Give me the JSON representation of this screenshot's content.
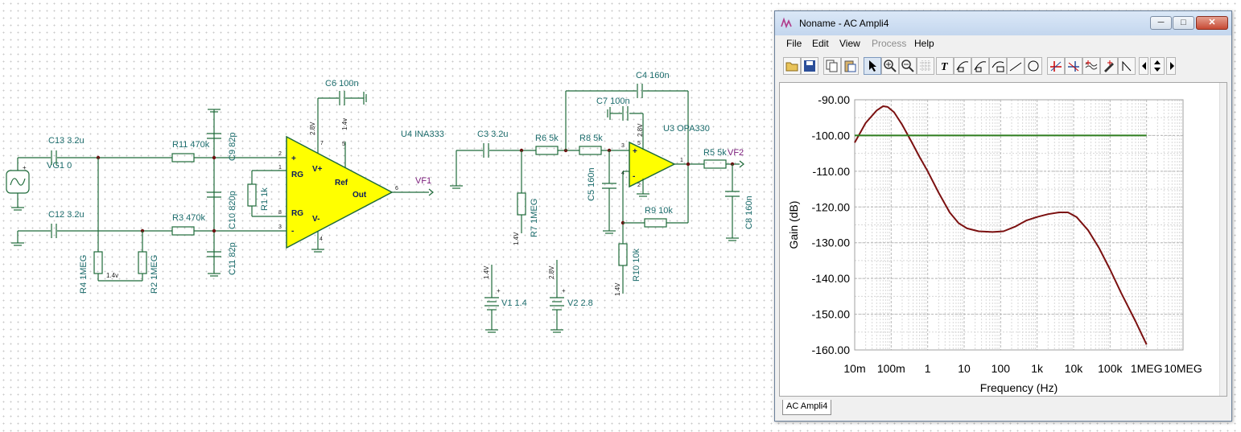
{
  "schematic": {
    "labels": {
      "c13": "C13 3.2u",
      "vg1": "VG1 0",
      "c12": "C12 3.2u",
      "r11": "R11 470k",
      "r3": "R3 470k",
      "c9": "C9 82p",
      "c10": "C10 820p",
      "c11": "C11 82p",
      "r1": "R1 1k",
      "r4": "R4 1MEG",
      "r2": "R2 1MEG",
      "v14a": "1.4v",
      "c6": "C6 100n",
      "u4": "U4 INA333",
      "vf1": "VF1",
      "c3": "C3 3.2u",
      "r6": "R6 5k",
      "r8": "R8 5k",
      "r7": "R7 1MEG",
      "v14b": "1.4V",
      "c5": "C5 160n",
      "c4": "C4 160n",
      "c7": "C7 100n",
      "u3": "U3 OPA330",
      "r9": "R9 10k",
      "r10": "R10 10k",
      "v14c": "1.4V",
      "r5": "R5 5k",
      "vf2": "VF2",
      "c8": "C8 160n",
      "v1": "V1 1.4",
      "v2": "V2 2.8",
      "v1top": "1.4V",
      "v2top": "2.8V",
      "v28a": "2.8V",
      "v14d": "1.4v",
      "v28b": "2.8V"
    },
    "ina": {
      "rg_top": "RG",
      "rg_bot": "RG",
      "vplus": "V+",
      "vminus": "V-",
      "ref": "Ref",
      "out": "Out",
      "plus": "+",
      "minus": "-",
      "pin2": "2",
      "pin1": "1",
      "pin8": "8",
      "pin3": "3",
      "pin7": "7",
      "pin5": "5",
      "pin6": "6",
      "pin4": "4"
    },
    "opa": {
      "plus": "+",
      "minus": "-",
      "pin3": "3",
      "pin4": "4",
      "pin5": "5",
      "pin2": "2",
      "pin1": "1"
    },
    "colors": {
      "wire": "#1f6b3a",
      "amp_fill": "#ffff00",
      "probe": "#7a1a7a",
      "label": "#1a6b6b"
    }
  },
  "window": {
    "title": "Noname - AC Ampli4",
    "buttons": {
      "minimize": "─",
      "maximize": "□",
      "close": "✕"
    },
    "menu": [
      "File",
      "Edit",
      "View",
      "Process",
      "Help"
    ],
    "menu_disabled": [
      "Process"
    ],
    "toolbar_icons": [
      "open-icon",
      "save-icon",
      "copy-icon",
      "paste-icon",
      "pointer-icon",
      "zoom-in-icon",
      "zoom-out-icon",
      "grid-icon",
      "text-icon",
      "curve-label-icon",
      "curve-label2-icon",
      "curve-label3-icon",
      "line-icon",
      "circle-icon",
      "cursor-a-icon",
      "cursor-b-icon",
      "wave-icon",
      "pen-icon",
      "arrow-icon",
      "prev-icon",
      "updown-icon",
      "next-icon"
    ],
    "tab": "AC Ampli4"
  },
  "chart_data": {
    "type": "line",
    "xlabel": "Frequency (Hz)",
    "ylabel": "Gain (dB)",
    "xscale": "log",
    "xlim": [
      0.01,
      10000000
    ],
    "ylim": [
      -160,
      -90
    ],
    "xtick_labels": [
      "10m",
      "100m",
      "1",
      "10",
      "100",
      "1k",
      "10k",
      "100k",
      "1MEG",
      "10MEG"
    ],
    "xtick_values": [
      0.01,
      0.1,
      1,
      10,
      100,
      1000,
      10000,
      100000,
      1000000,
      10000000
    ],
    "ytick_labels": [
      "-90.00",
      "-100.00",
      "-110.00",
      "-120.00",
      "-130.00",
      "-140.00",
      "-150.00",
      "-160.00"
    ],
    "ytick_values": [
      -90,
      -100,
      -110,
      -120,
      -130,
      -140,
      -150,
      -160
    ],
    "grid": true,
    "series": [
      {
        "color": "#7b1010",
        "x": [
          0.01,
          0.02,
          0.04,
          0.06,
          0.08,
          0.12,
          0.2,
          0.35,
          0.6,
          1,
          2,
          4,
          7,
          12,
          25,
          60,
          120,
          250,
          500,
          1000,
          2000,
          4000,
          7000,
          12000,
          25000,
          50000,
          100000,
          200000,
          500000,
          1000000
        ],
        "y": [
          -102,
          -96.5,
          -93,
          -91.8,
          -92,
          -93.5,
          -97,
          -101.5,
          -106,
          -110,
          -116,
          -121.5,
          -124.5,
          -126,
          -126.8,
          -127,
          -126.8,
          -125.5,
          -123.8,
          -122.8,
          -122,
          -121.5,
          -121.5,
          -122.8,
          -126.5,
          -131.5,
          -137.5,
          -144,
          -152,
          -158.5
        ]
      },
      {
        "color": "#2e7d1e",
        "x": [
          0.01,
          1000000
        ],
        "y": [
          -100,
          -100
        ]
      }
    ]
  }
}
